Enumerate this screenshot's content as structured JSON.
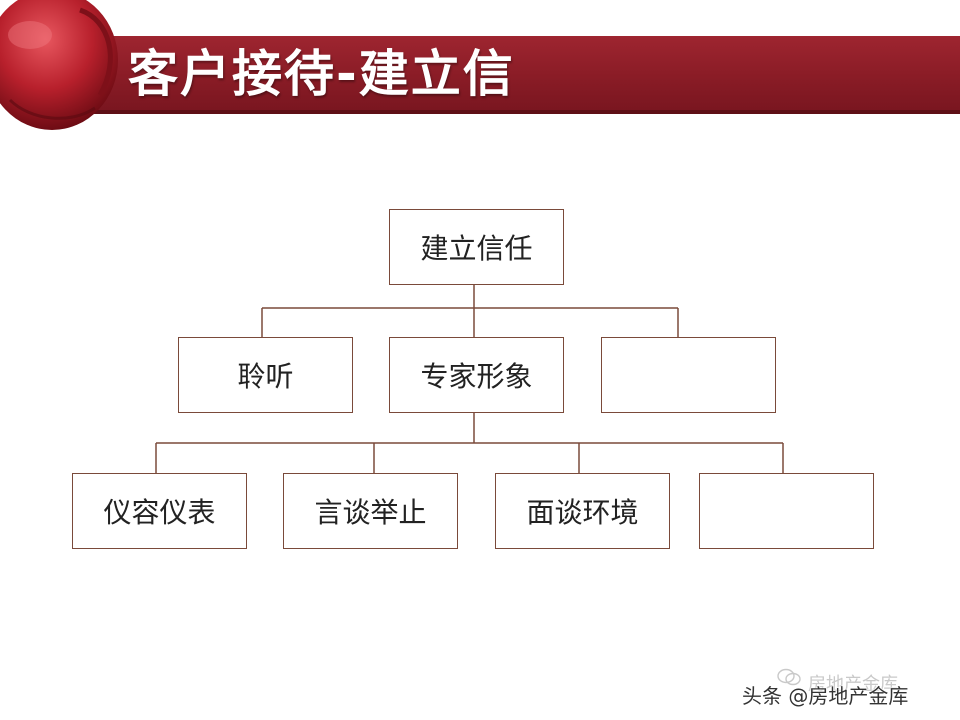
{
  "title": "客户接待-建立信",
  "diagram": {
    "root": "建立信任",
    "level1": [
      "聆听",
      "专家形象",
      ""
    ],
    "level2": [
      "仪容仪表",
      "言谈举止",
      "面谈环境",
      ""
    ]
  },
  "watermark": {
    "ghost": "房地产金库",
    "text": "头条 @房地产金库"
  },
  "colors": {
    "title_bar": "#8a1c26",
    "box_border": "#7a4a3a",
    "connector": "#7a4a3a"
  }
}
